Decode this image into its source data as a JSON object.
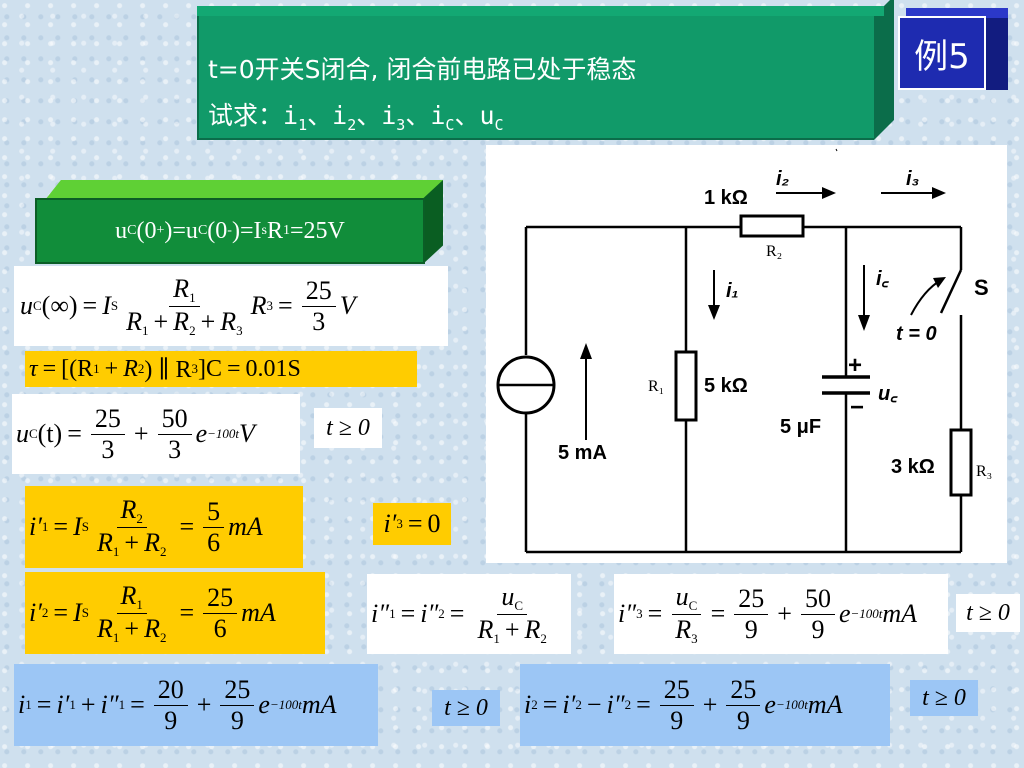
{
  "title": {
    "line1": "t=0开关S闭合, 闭合前电路已处于稳态",
    "line2_prefix": "试求：",
    "currents": [
      "i",
      "1",
      "、",
      "i",
      "2",
      "、",
      "i",
      "3",
      "、",
      "i",
      "C",
      "、",
      "u",
      "C"
    ]
  },
  "badge": "例5",
  "initial_condition": {
    "text_parts": [
      "u",
      "C",
      "(0",
      "+",
      ")=u",
      "C",
      "(0",
      "-",
      ")=I",
      "s",
      "R",
      "1",
      " =25V"
    ]
  },
  "eq_uc_inf": {
    "lhs": "u",
    "lhs_sub": "C",
    "arg": "(∞)",
    "eq1": "=",
    "I": "I",
    "I_sub": "S",
    "num": "R",
    "num_sub": "1",
    "den": [
      "R",
      "1",
      "+",
      "R",
      "2",
      "+",
      "R",
      "3"
    ],
    "R3": "R",
    "R3_sub": "3",
    "eq2": "=",
    "val_num": "25",
    "val_den": "3",
    "unit": "V"
  },
  "eq_tau": {
    "tau": "τ",
    "eq": "=",
    "body": "[(R",
    "s1": "1",
    "plus": "+",
    "R2": "R",
    "s2": "2",
    "par": ") ∥ R",
    "s3": "3",
    "tail": "]C",
    "eq2": "=",
    "val": "0.01S"
  },
  "eq_uc_t": {
    "lhs": "u",
    "lhs_sub": "C",
    "arg": "(t)",
    "eq": "=",
    "a_num": "25",
    "a_den": "3",
    "plus": "+",
    "b_num": "50",
    "b_den": "3",
    "e": "e",
    "exp": "−100t",
    "unit": "V"
  },
  "cond_1": "t ≥ 0",
  "eq_i1p": {
    "lhs": "i′",
    "lhs_sub": "1",
    "eq": "=",
    "I": "I",
    "I_sub": "S",
    "num": "R",
    "num_sub": "2",
    "den": [
      "R",
      "1",
      "+",
      "R",
      "2"
    ],
    "eq2": "=",
    "val_num": "5",
    "val_den": "6",
    "unit": "mA"
  },
  "eq_i3p": {
    "lhs": "i′",
    "lhs_sub": "3",
    "eq": "=",
    "val": "0"
  },
  "eq_i2p": {
    "lhs": "i′",
    "lhs_sub": "2",
    "eq": "=",
    "I": "I",
    "I_sub": "S",
    "num": "R",
    "num_sub": "1",
    "den": [
      "R",
      "1",
      "+",
      "R",
      "2"
    ],
    "eq2": "=",
    "val_num": "25",
    "val_den": "6",
    "unit": "mA"
  },
  "eq_i1pp": {
    "a": "i″",
    "a_sub": "1",
    "eq1": "=",
    "b": "i″",
    "b_sub": "2",
    "eq2": "=",
    "num": "u",
    "num_sub": "C",
    "den": [
      "R",
      "1",
      "+",
      "R",
      "2"
    ]
  },
  "eq_i3pp": {
    "lhs": "i″",
    "lhs_sub": "3",
    "eq": "=",
    "num": "u",
    "num_sub": "C",
    "den": "R",
    "den_sub": "3",
    "eq2": "=",
    "a_num": "25",
    "a_den": "9",
    "plus": "+",
    "b_num": "50",
    "b_den": "9",
    "e": "e",
    "exp": "−100t",
    "unit": "mA"
  },
  "cond_2": "t ≥ 0",
  "eq_i1": {
    "lhs": "i",
    "lhs_sub": "1",
    "eq": "=",
    "a": "i′",
    "a_sub": "1",
    "plus": "+",
    "b": "i″",
    "b_sub": "1",
    "eq2": "=",
    "n1": "20",
    "d1": "9",
    "plus2": "+",
    "n2": "25",
    "d2": "9",
    "e": "e",
    "exp": "−100t",
    "unit": "mA"
  },
  "cond_3": "t ≥ 0",
  "eq_i2": {
    "lhs": "i",
    "lhs_sub": "2",
    "eq": "=",
    "a": "i′",
    "a_sub": "2",
    "minus": "−",
    "b": "i″",
    "b_sub": "2",
    "eq2": "=",
    "n1": "25",
    "d1": "9",
    "plus2": "+",
    "n2": "25",
    "d2": "9",
    "e": "e",
    "exp": "−100t",
    "unit": "mA"
  },
  "cond_4": "t ≥ 0",
  "circuit": {
    "r_top_value": "1 kΩ",
    "r_top_name": "R₂",
    "i2": "i₂",
    "i3": "i₃",
    "i1": "i₁",
    "ic": "i꜀",
    "r1_name": "R₁",
    "r1_value": "5 kΩ",
    "source_value": "5 mA",
    "cap_plus": "+",
    "cap_minus": "−",
    "cap_label": "u꜀",
    "cap_value": "5 μF",
    "switch_name": "S",
    "switch_time": "t = 0",
    "r3_value": "3 kΩ",
    "r3_name": "R₃"
  }
}
